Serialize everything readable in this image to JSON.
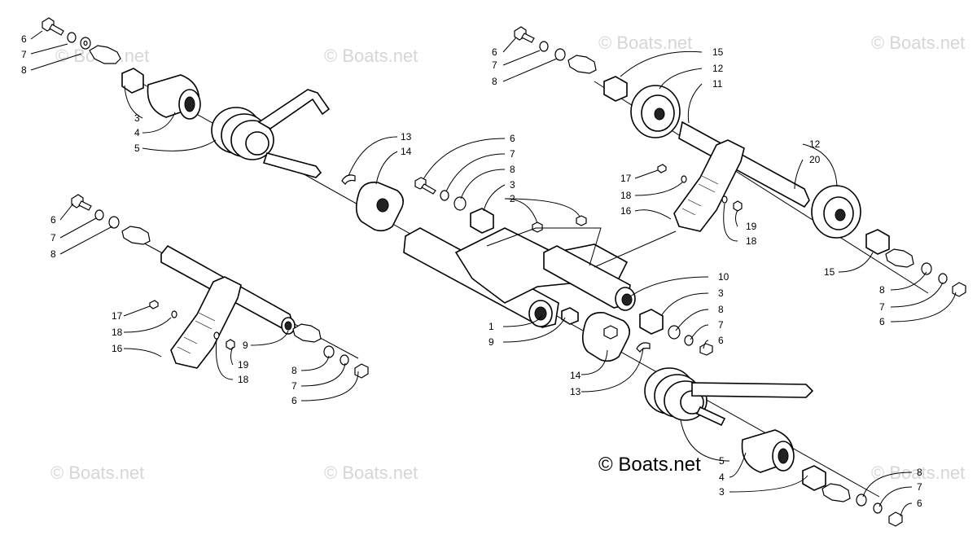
{
  "watermark": "© Boats.net",
  "copyright": "© Boats.net",
  "callouts": {
    "tl_6": "6",
    "tl_7": "7",
    "tl_8": "8",
    "tl_3": "3",
    "tl_4": "4",
    "tl_5": "5",
    "tr_6": "6",
    "tr_7": "7",
    "tr_8": "8",
    "tr_15": "15",
    "tr_12": "12",
    "tr_11": "11",
    "tr_12b": "12",
    "tr_20": "20",
    "tr_17": "17",
    "tr_18": "18",
    "tr_16": "16",
    "tr_19": "19",
    "tr_18b": "18",
    "tr_15b": "15",
    "tr_8b": "8",
    "tr_7b": "7",
    "tr_6b": "6",
    "c_13": "13",
    "c_14": "14",
    "c_6": "6",
    "c_7": "7",
    "c_8": "8",
    "c_3": "3",
    "c_2": "2",
    "ml_6": "6",
    "ml_7": "7",
    "ml_8": "8",
    "ml_17": "17",
    "ml_18": "18",
    "ml_16": "16",
    "ml_9": "9",
    "ml_19": "19",
    "ml_18b": "18",
    "ml_8b": "8",
    "ml_7b": "7",
    "ml_6b": "6",
    "cr_10": "10",
    "cr_3": "3",
    "cr_8": "8",
    "cr_7": "7",
    "cr_6": "6",
    "c_1": "1",
    "c_9": "9",
    "c_14b": "14",
    "c_13b": "13",
    "br_5": "5",
    "br_4": "4",
    "br_3": "3",
    "br_8": "8",
    "br_7": "7",
    "br_6": "6"
  }
}
